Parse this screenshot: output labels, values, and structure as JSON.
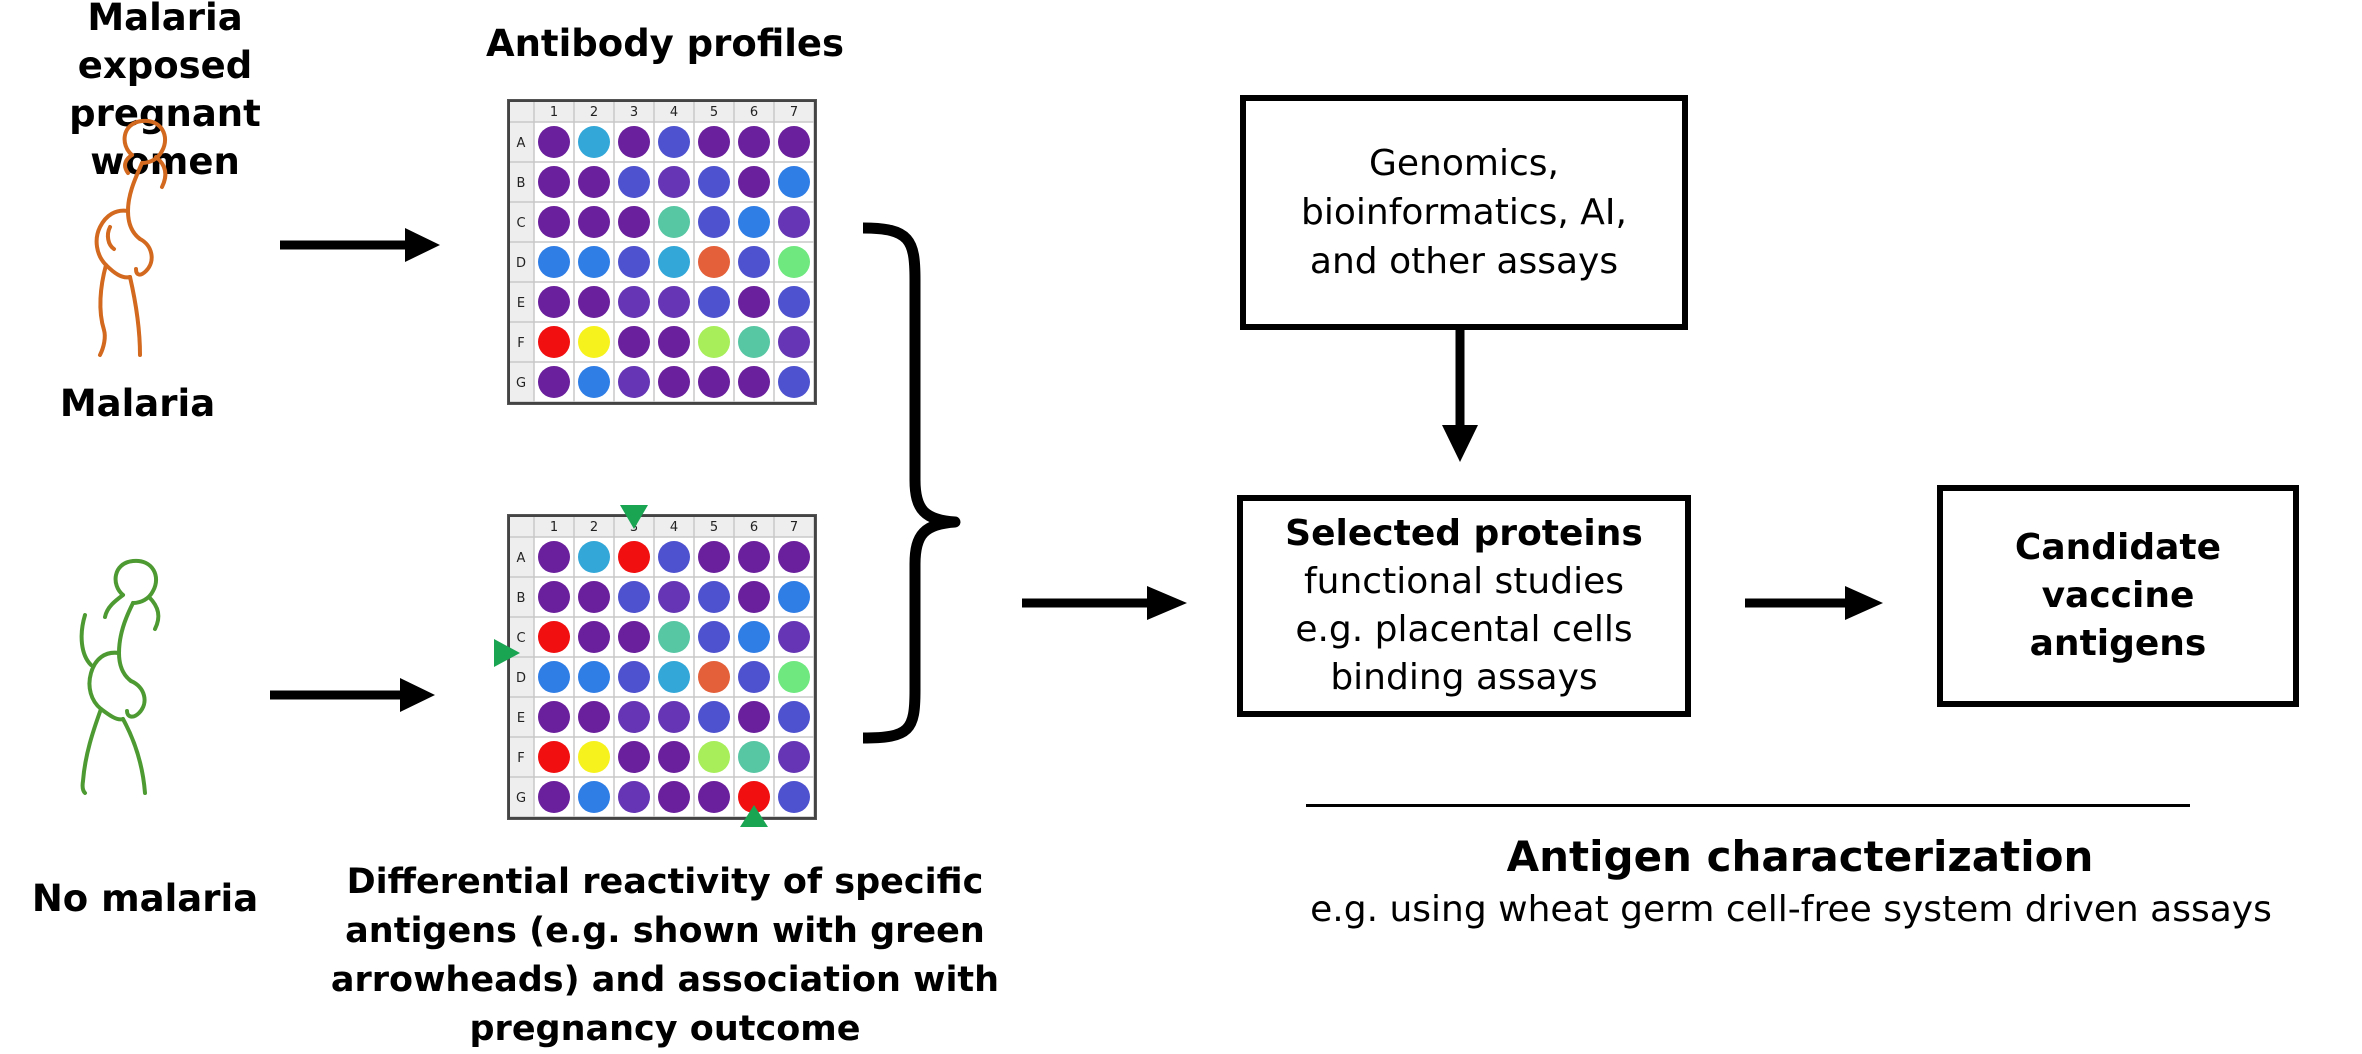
{
  "left": {
    "group_title_line1": "Malaria exposed",
    "group_title_line2": "pregnant women",
    "malaria_label": "Malaria",
    "no_malaria_label": "No malaria"
  },
  "plates": {
    "title": "Antibody profiles",
    "columns": [
      "1",
      "2",
      "3",
      "4",
      "5",
      "6",
      "7"
    ],
    "rows": [
      "A",
      "B",
      "C",
      "D",
      "E",
      "F",
      "G"
    ],
    "colors": {
      "P": "#6a1f9c",
      "B": "#4e52cf",
      "I": "#6535b5",
      "L": "#2f7ee6",
      "C": "#33a8d8",
      "T": "#57c6a3",
      "O": "#e3603a",
      "G": "#6ee87f",
      "R": "#f10f10",
      "Y": "#f6f21e",
      "K": "#a7ee5a"
    },
    "plate1": [
      [
        "P",
        "C",
        "P",
        "B",
        "P",
        "P",
        "P"
      ],
      [
        "P",
        "P",
        "B",
        "I",
        "B",
        "P",
        "L"
      ],
      [
        "P",
        "P",
        "P",
        "T",
        "B",
        "L",
        "I"
      ],
      [
        "L",
        "L",
        "B",
        "C",
        "O",
        "B",
        "G"
      ],
      [
        "P",
        "P",
        "I",
        "I",
        "B",
        "P",
        "B"
      ],
      [
        "R",
        "Y",
        "P",
        "P",
        "K",
        "T",
        "I"
      ],
      [
        "P",
        "L",
        "I",
        "P",
        "P",
        "P",
        "B"
      ]
    ],
    "plate2": [
      [
        "P",
        "C",
        "R",
        "B",
        "P",
        "P",
        "P"
      ],
      [
        "P",
        "P",
        "B",
        "I",
        "B",
        "P",
        "L"
      ],
      [
        "R",
        "P",
        "P",
        "T",
        "B",
        "L",
        "I"
      ],
      [
        "L",
        "L",
        "B",
        "C",
        "O",
        "B",
        "G"
      ],
      [
        "P",
        "P",
        "I",
        "I",
        "B",
        "P",
        "B"
      ],
      [
        "R",
        "Y",
        "P",
        "P",
        "K",
        "T",
        "I"
      ],
      [
        "P",
        "L",
        "I",
        "P",
        "P",
        "R",
        "B"
      ]
    ],
    "marker_color": "#1aa553",
    "caption_lines": [
      "Differential reactivity of specific",
      "antigens (e.g. shown with green",
      "arrowheads) and association with",
      "pregnancy outcome"
    ]
  },
  "figures": {
    "malaria_color": "#d2691e",
    "no_malaria_color": "#4e9a32"
  },
  "boxes": {
    "genomics_lines": [
      "Genomics,",
      "bioinformatics, AI,",
      "and other assays"
    ],
    "selected_title": "Selected proteins",
    "selected_lines": [
      "functional studies",
      "e.g. placental cells",
      "binding assays"
    ],
    "candidate_lines": [
      "Candidate",
      "vaccine",
      "antigens"
    ]
  },
  "bottom": {
    "heading": "Antigen characterization",
    "subtext": "e.g. using wheat germ cell-free system driven assays"
  }
}
